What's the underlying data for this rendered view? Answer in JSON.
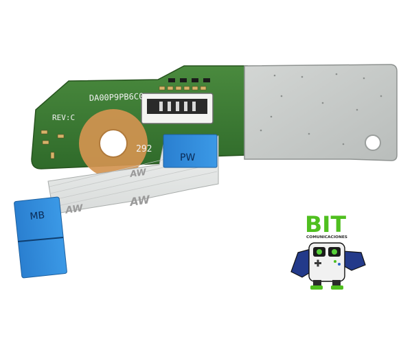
{
  "board": {
    "part_number": "DA00P9PB6C0",
    "revision": "REV:C",
    "code": "292"
  },
  "cable": {
    "tab_top": "PW",
    "tab_bottom": "MB",
    "print_marks": [
      "AW",
      "AW",
      "AW"
    ]
  },
  "logo": {
    "brand": "BIT",
    "tagline": "COMUNICACIONES"
  },
  "colors": {
    "pcb_green": "#3f7a35",
    "plate_grey": "#c9ccca",
    "tab_blue": "#2b86d6",
    "logo_green": "#4fbf1f"
  }
}
